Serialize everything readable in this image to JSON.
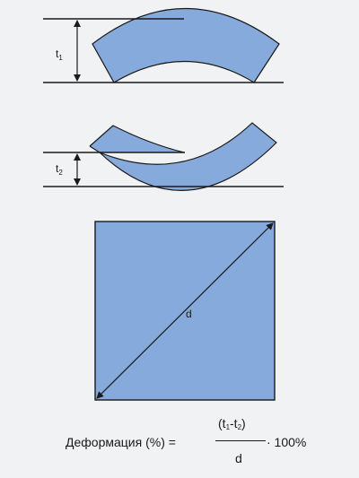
{
  "colors": {
    "background": "#f1f2f4",
    "shape_fill": "#86aadb",
    "stroke": "#1a1a1a"
  },
  "labels": {
    "t1_base": "t",
    "t1_sub": "1",
    "t2_base": "t",
    "t2_sub": "2",
    "diagonal": "d"
  },
  "formula": {
    "lhs": "Деформация (%) =",
    "num_open": "(t",
    "num_sub1": "1",
    "num_mid": "-t",
    "num_sub2": "2",
    "num_close": ")",
    "denominator": "d",
    "rhs": "· 100%"
  }
}
